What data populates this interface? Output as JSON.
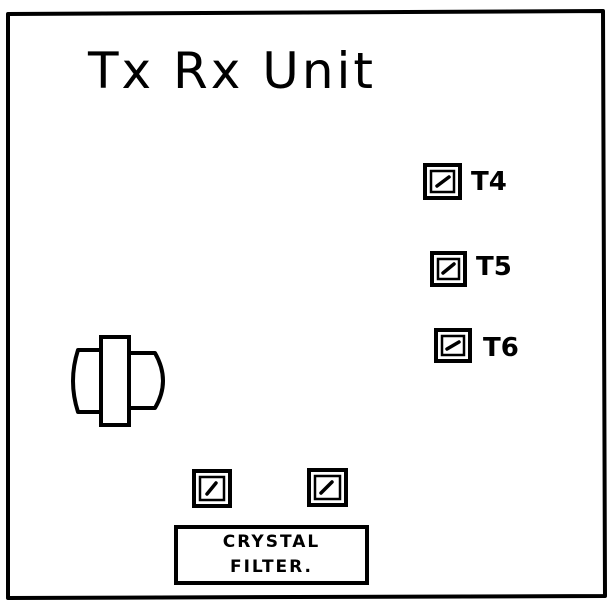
{
  "diagram": {
    "title": "Tx Rx Unit",
    "components": [
      {
        "id": "t4",
        "label": "T4",
        "kind": "trimmer-transformer"
      },
      {
        "id": "t5",
        "label": "T5",
        "kind": "trimmer-transformer"
      },
      {
        "id": "t6",
        "label": "T6",
        "kind": "trimmer-transformer"
      },
      {
        "id": "crystal-filter",
        "label_line1": "CRYSTAL",
        "label_line2": "FILTER."
      }
    ]
  }
}
